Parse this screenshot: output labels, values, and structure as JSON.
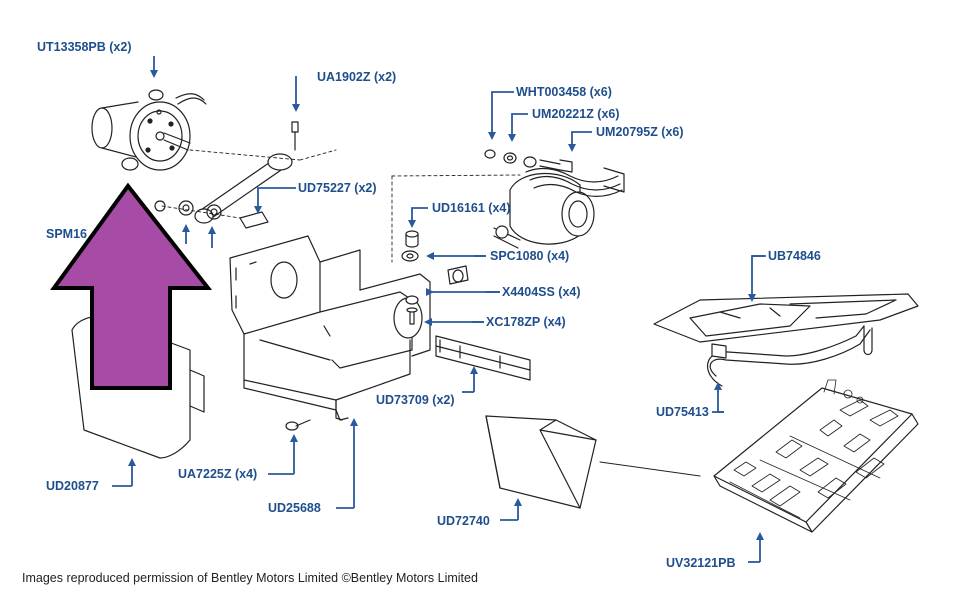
{
  "labels": {
    "ut13358pb": "UT13358PB (x2)",
    "ua1902z": "UA1902Z (x2)",
    "wht003458": "WHT003458 (x6)",
    "um20221z": "UM20221Z (x6)",
    "um20795z": "UM20795Z (x6)",
    "ud75227": "UD75227 (x2)",
    "ud16161": "UD16161 (x4)",
    "spm16": "SPM16",
    "spc1080": "SPC1080 (x4)",
    "ub74846": "UB74846",
    "x4404ss": "X4404SS (x4)",
    "xc178zp": "XC178ZP (x4)",
    "ud73709": "UD73709 (x2)",
    "ud75413": "UD75413",
    "ua7225z": "UA7225Z (x4)",
    "ud20877": "UD20877",
    "ud25688": "UD25688",
    "ud72740": "UD72740",
    "uv32121pb": "UV32121PB"
  },
  "credit": "Images reproduced permission of Bentley Motors Limited ©Bentley Motors Limited",
  "colors": {
    "label_blue": "#1f4e8c",
    "arrow_blue": "#2a5a9c",
    "highlight_purple": "#a64ca6",
    "line_art": "#222222"
  },
  "icons": {
    "highlight": "purple-up-arrow-icon"
  }
}
